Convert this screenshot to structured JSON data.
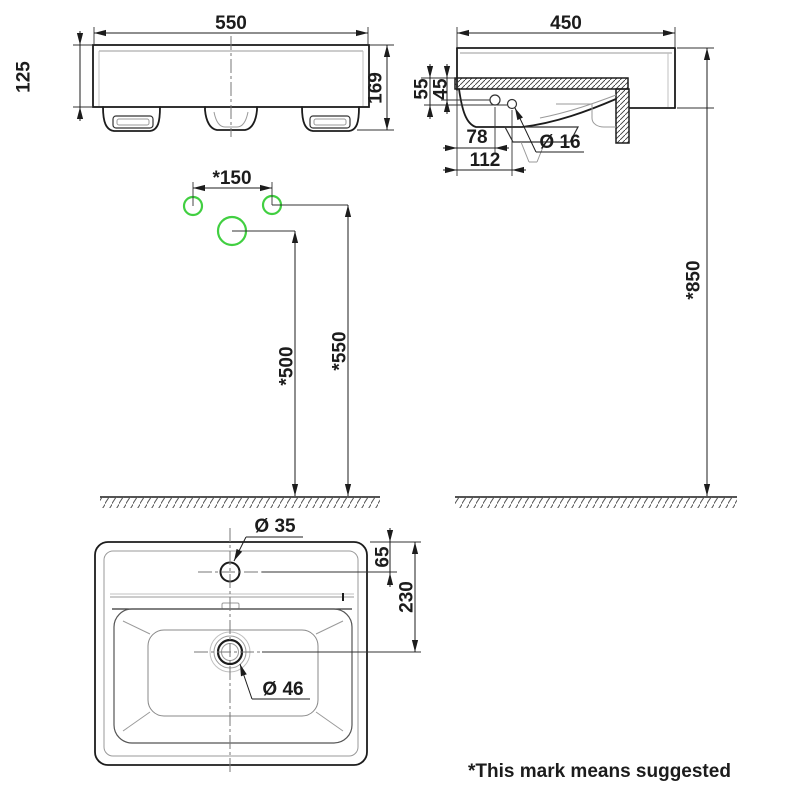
{
  "drawing": {
    "title": "washbasin-installation-dimensions",
    "colors": {
      "line": "#1c1c1c",
      "light": "#9a9a9a",
      "hole_green": "#41cf41",
      "background": "#ffffff"
    },
    "front_view": {
      "width": "550",
      "body_height": "125",
      "total_height": "169"
    },
    "side_view": {
      "depth": "450",
      "hole2_drop": "55",
      "hole1_drop": "45",
      "hole1_offset": "78",
      "hole2_offset": "112",
      "hole_diameter": "Ø 16",
      "rim_height_from_floor": "*850"
    },
    "holes_layout": {
      "hole_spacing": "*150",
      "spout_height": "*500",
      "handle_height": "*550"
    },
    "top_view": {
      "faucet_hole_diameter": "Ø 35",
      "faucet_offset": "65",
      "drain_offset": "230",
      "drain_diameter": "Ø 46"
    },
    "footnote": "*This mark means suggested"
  }
}
